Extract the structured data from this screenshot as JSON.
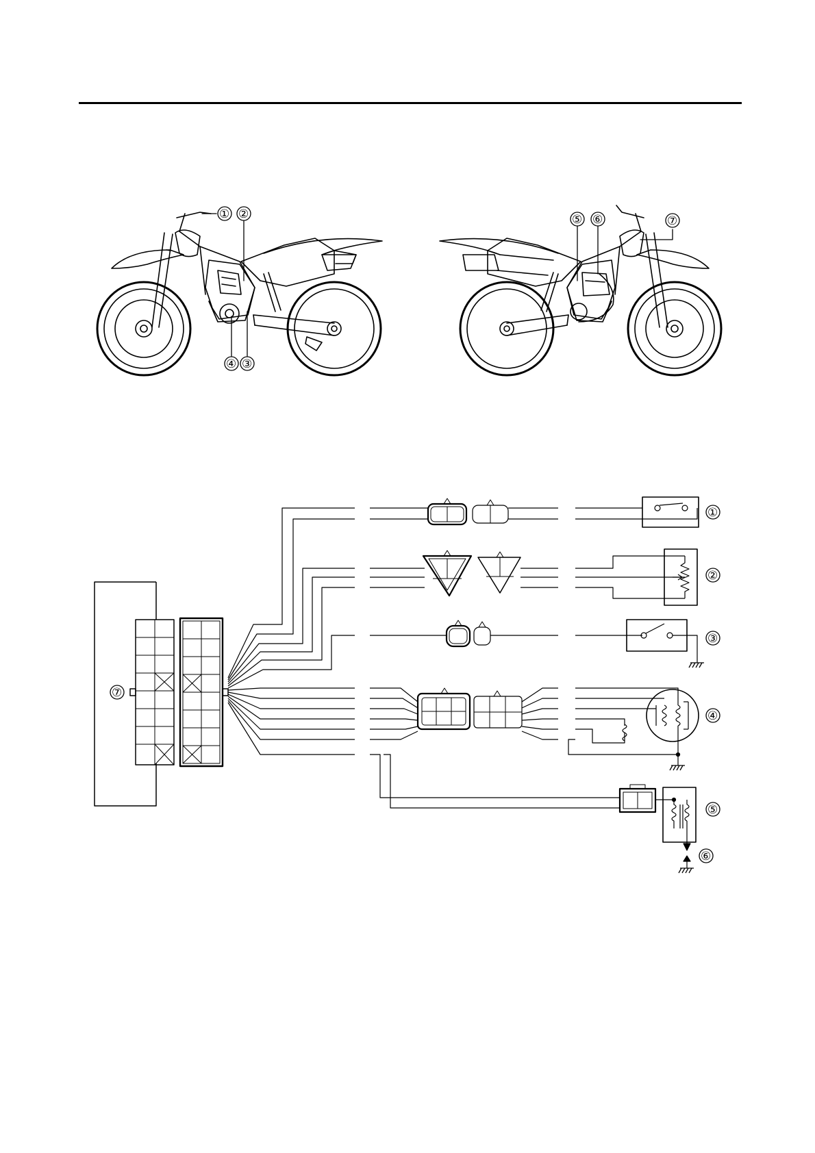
{
  "callouts": {
    "c1": "①",
    "c2": "②",
    "c3": "③",
    "c4": "④",
    "c5": "⑤",
    "c6": "⑥",
    "c7": "⑦"
  },
  "colors": {
    "line": "#000000",
    "background": "#ffffff"
  },
  "icons": {
    "left_view": "motorcycle-left-side-icon",
    "right_view": "motorcycle-right-side-icon",
    "ground": "ground-symbol-icon"
  }
}
